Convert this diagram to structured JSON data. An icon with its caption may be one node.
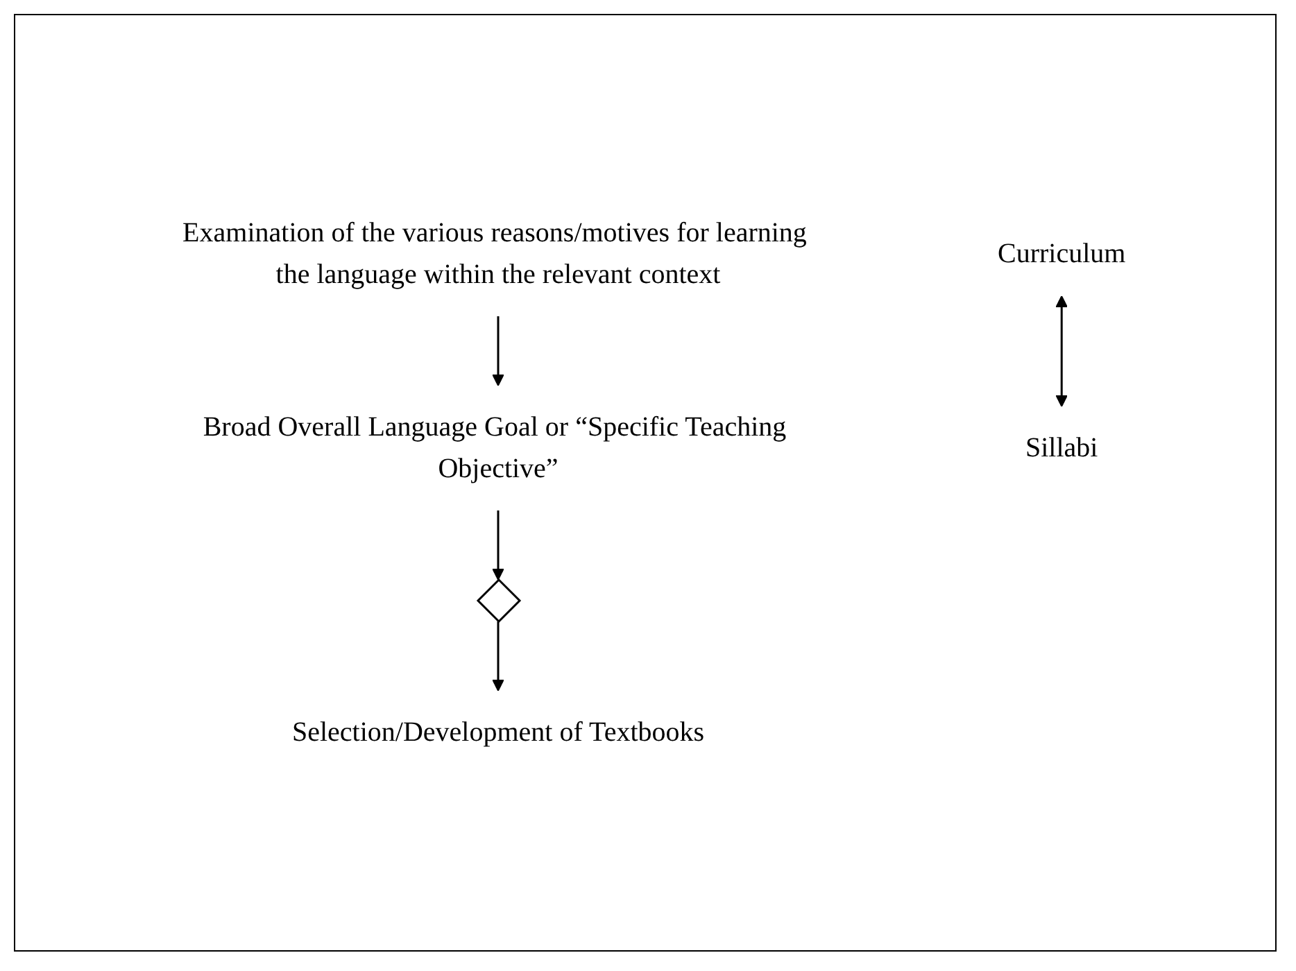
{
  "diagram": {
    "nodes": [
      {
        "text": [
          "Examination of the various reasons/motives for learning the language within the relevant context"
        ]
      },
      {
        "text": [
          "Broad Overall Language Goal or “Specific Teaching Objective”"
        ]
      },
      {
        "text": [],
        "shape": "diamond"
      },
      {
        "text": [
          "Curriculum"
        ]
      },
      {
        "text": [
          "Sillabi"
        ]
      },
      {
        "text": [
          "Selection/Development of Textbooks"
        ]
      }
    ],
    "edges": [
      {
        "from": 0,
        "to": 1,
        "arrow": "to"
      },
      {
        "from": 1,
        "to": 2,
        "arrow": "to"
      },
      {
        "from": 3,
        "to": 4,
        "arrow": "both"
      },
      {
        "from": 2,
        "to": 5,
        "arrow": "to"
      }
    ]
  }
}
